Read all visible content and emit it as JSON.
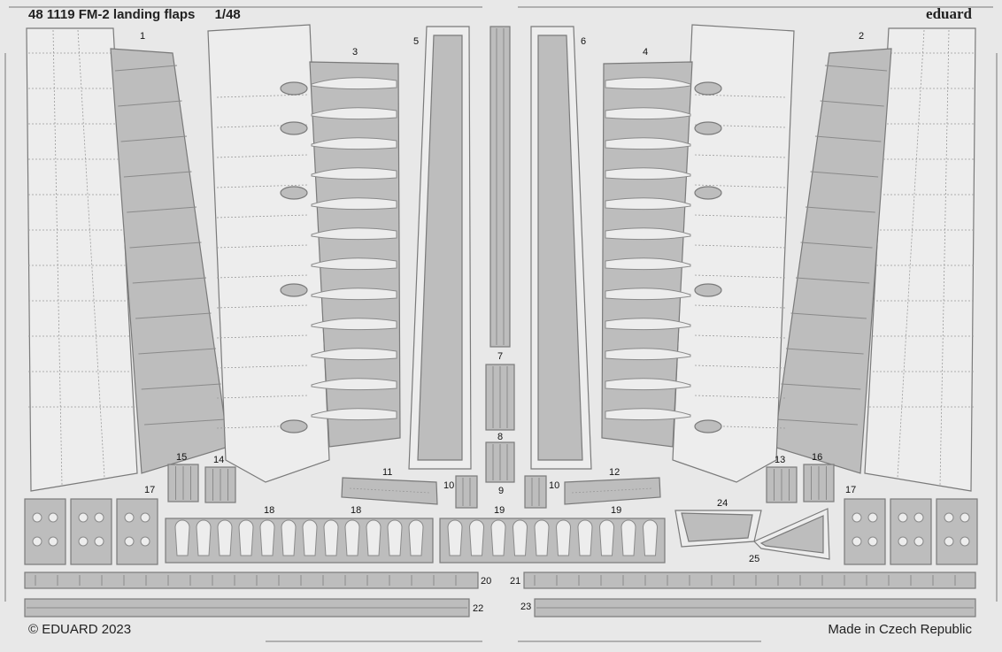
{
  "header": {
    "title": "48 1119 FM-2 landing flaps",
    "scale": "1/48",
    "brand": "eduard"
  },
  "footer": {
    "copyright": "© EDUARD 2023",
    "origin": "Made in Czech Republic"
  },
  "part_numbers": {
    "p1": "1",
    "p2": "2",
    "p3": "3",
    "p4": "4",
    "p5": "5",
    "p6": "6",
    "p7": "7",
    "p8": "8",
    "p9": "9",
    "p10a": "10",
    "p10b": "10",
    "p11": "11",
    "p12": "12",
    "p13": "13",
    "p14": "14",
    "p15": "15",
    "p16": "16",
    "p17a": "17",
    "p17b": "17",
    "p18a": "18",
    "p18b": "18",
    "p19a": "19",
    "p19b": "19",
    "p20": "20",
    "p21": "21",
    "p22": "22",
    "p23": "23",
    "p24": "24",
    "p25": "25"
  },
  "colors": {
    "metal": "#bdbdbd",
    "background": "#e8e8e8",
    "outline": "#7a7a7a"
  }
}
